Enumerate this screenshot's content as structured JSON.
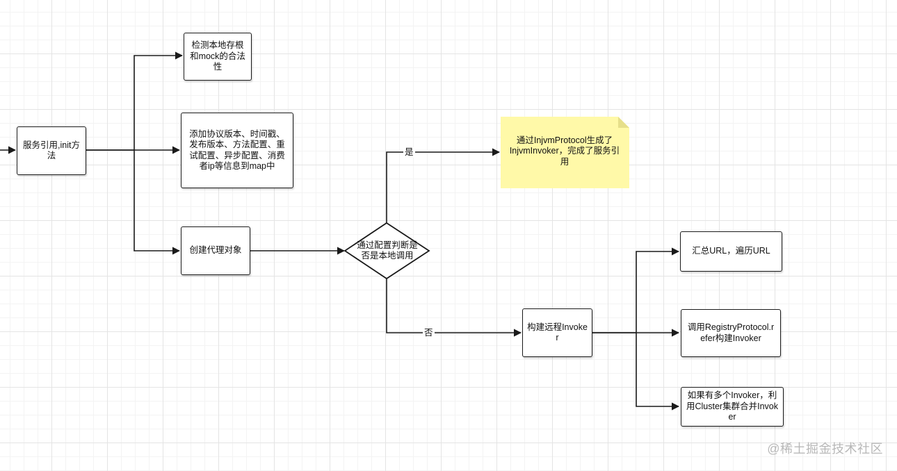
{
  "nodes": {
    "service_ref_init": "服务引用,init方法",
    "check_stub_mock": "检测本地存根和mock的合法性",
    "add_info_map": "添加协议版本、时间戳、发布版本、方法配置、重试配置、异步配置、消费者ip等信息到map中",
    "create_proxy": "创建代理对象",
    "decision_local": "通过配置判断是否是本地调用",
    "note_injvm": "通过InjvmProtocol生成了InjvmInvoker，完成了服务引用",
    "build_remote_invoker": "构建远程Invoker",
    "collect_urls": "汇总URL，遍历URL",
    "registry_refer": "调用RegistryProtocol.refer构建Invoker",
    "cluster_merge": "如果有多个Invoker，利用Cluster集群合并Invoker"
  },
  "edge_labels": {
    "yes": "是",
    "no": "否"
  },
  "watermark": "@稀土掘金技术社区",
  "colors": {
    "stroke": "#1a1a1a",
    "note_fill": "#fff9a8",
    "note_fold": "#e6df8a"
  }
}
